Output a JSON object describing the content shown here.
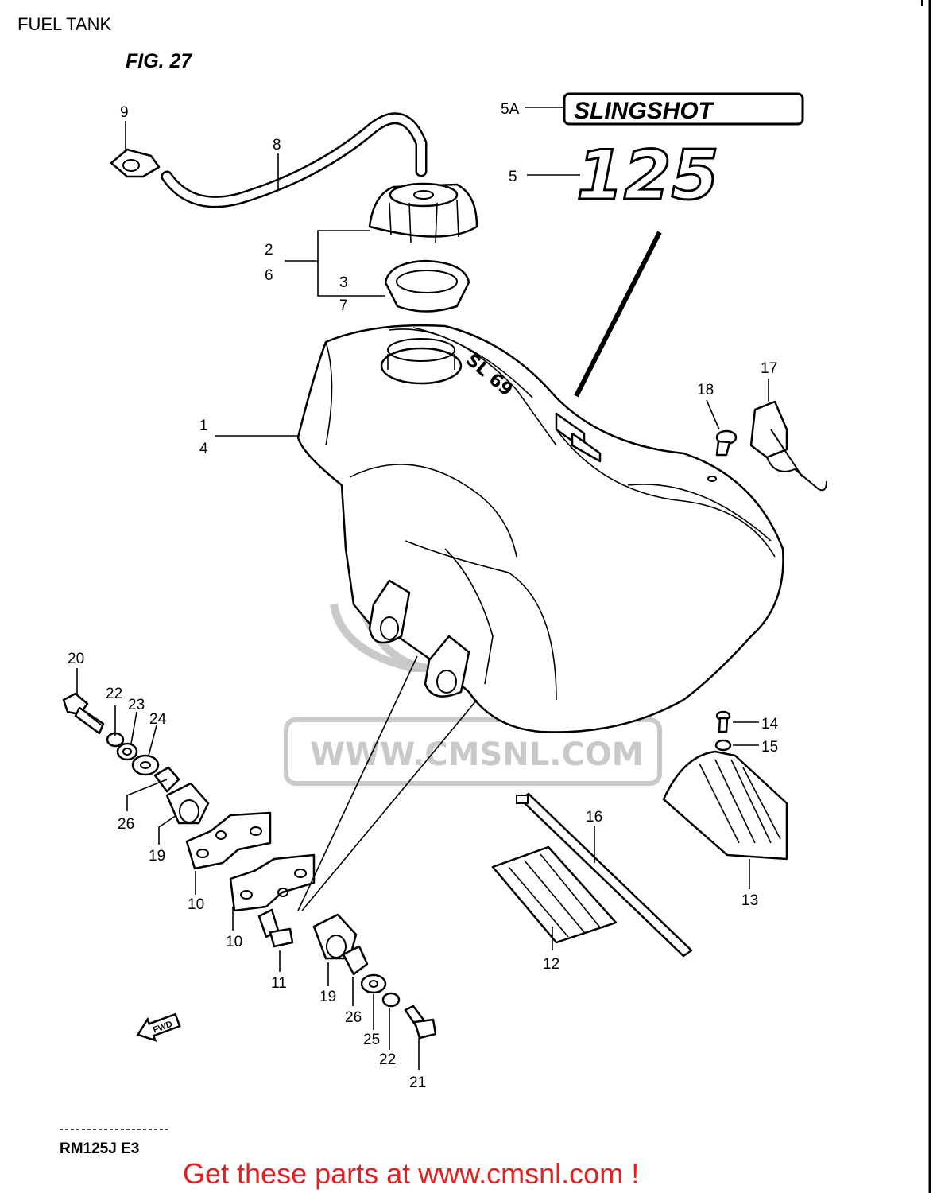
{
  "page_title": "FUEL TANK",
  "figure_label": "FIG. 27",
  "model_code": "RM125J  E3",
  "decals": {
    "sling_shot": "SLINGSHOT",
    "number_125": "125"
  },
  "fwd_label": "FWD",
  "watermark": "WWW.CMSNL.COM",
  "footer_cta": "Get these parts at www.cmsnl.com !",
  "callouts": {
    "c1": "1",
    "c4": "4",
    "c2": "2",
    "c6": "6",
    "c3": "3",
    "c7": "7",
    "c5": "5",
    "c5a": "5A",
    "c8": "8",
    "c9": "9",
    "c10a": "10",
    "c10b": "10",
    "c11": "11",
    "c12": "12",
    "c13": "13",
    "c14": "14",
    "c15": "15",
    "c16": "16",
    "c17": "17",
    "c18": "18",
    "c19a": "19",
    "c19b": "19",
    "c20": "20",
    "c21": "21",
    "c22a": "22",
    "c22b": "22",
    "c23": "23",
    "c24": "24",
    "c25": "25",
    "c26a": "26",
    "c26b": "26"
  },
  "colors": {
    "footer_text": "#e32020",
    "watermark": "#c9c9c9",
    "ink": "#000000"
  }
}
